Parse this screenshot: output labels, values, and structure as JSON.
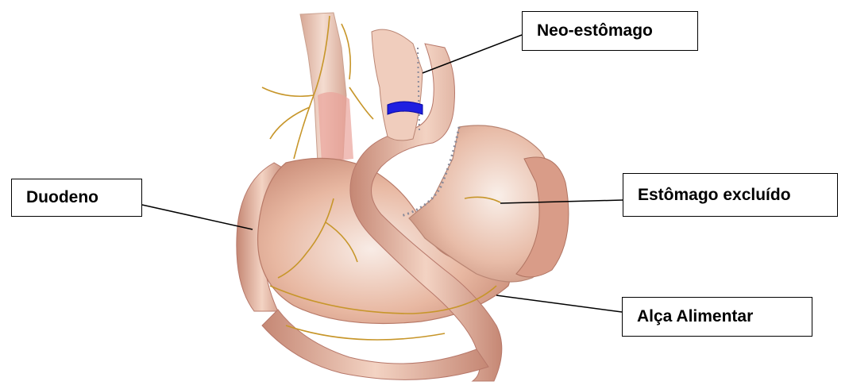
{
  "labels": {
    "neo_estomago": "Neo-estômago",
    "duodeno": "Duodeno",
    "estomago_excluido": "Estômago excluído",
    "alca_alimentar": "Alça Alimentar"
  },
  "colors": {
    "tissue": "#e9b9a4",
    "tissue_dark": "#c98a76",
    "band": "#1f1fe0",
    "nerve": "#c7962a",
    "staples": "#8a8a9a"
  }
}
